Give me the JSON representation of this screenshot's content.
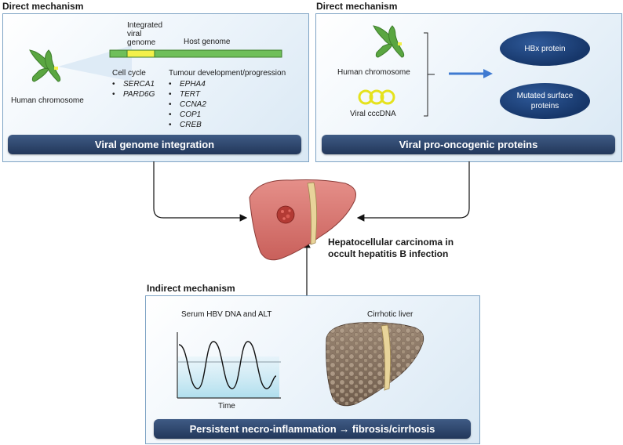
{
  "top_left": {
    "heading": "Direct mechanism",
    "human_chromosome_label": "Human chromosome",
    "integrated_label_1": "Integrated",
    "integrated_label_2": "viral",
    "integrated_label_3": "genome",
    "host_genome_label": "Host genome",
    "cell_cycle_title": "Cell cycle",
    "cell_cycle_genes": [
      "SERCA1",
      "PARD6G"
    ],
    "tumour_title": "Tumour development/progression",
    "tumour_genes": [
      "EPHA4",
      "TERT",
      "CCNA2",
      "COP1",
      "CREB"
    ],
    "bullet": "•",
    "banner": "Viral genome integration"
  },
  "top_right": {
    "heading": "Direct mechanism",
    "human_chromosome_label": "Human chromosome",
    "cccdna_label": "Viral cccDNA",
    "hbx_label": "HBx protein",
    "mutated_label_1": "Mutated surface",
    "mutated_label_2": "proteins",
    "banner": "Viral pro-oncogenic proteins"
  },
  "center": {
    "title_line_1": "Hepatocellular carcinoma in",
    "title_line_2": "occult hepatitis B infection"
  },
  "bottom": {
    "heading": "Indirect mechanism",
    "graph_title": "Serum HBV DNA and ALT",
    "graph_xlabel": "Time",
    "cirrhotic_label": "Cirrhotic liver",
    "banner": "Persistent necro-inflammation → fibrosis/cirrhosis"
  },
  "colors": {
    "panel_border": "#7ea3c4",
    "banner": "#2c4468",
    "chromosome_green": "#5aa641",
    "genome_bar_green": "#6fbf5a",
    "viral_yellow": "#f3f04a",
    "oval_blue": "#1d3f78",
    "arrow_blue": "#3f7ad1",
    "liver": "#d9736e",
    "cirrhotic": "#8f7a68"
  }
}
